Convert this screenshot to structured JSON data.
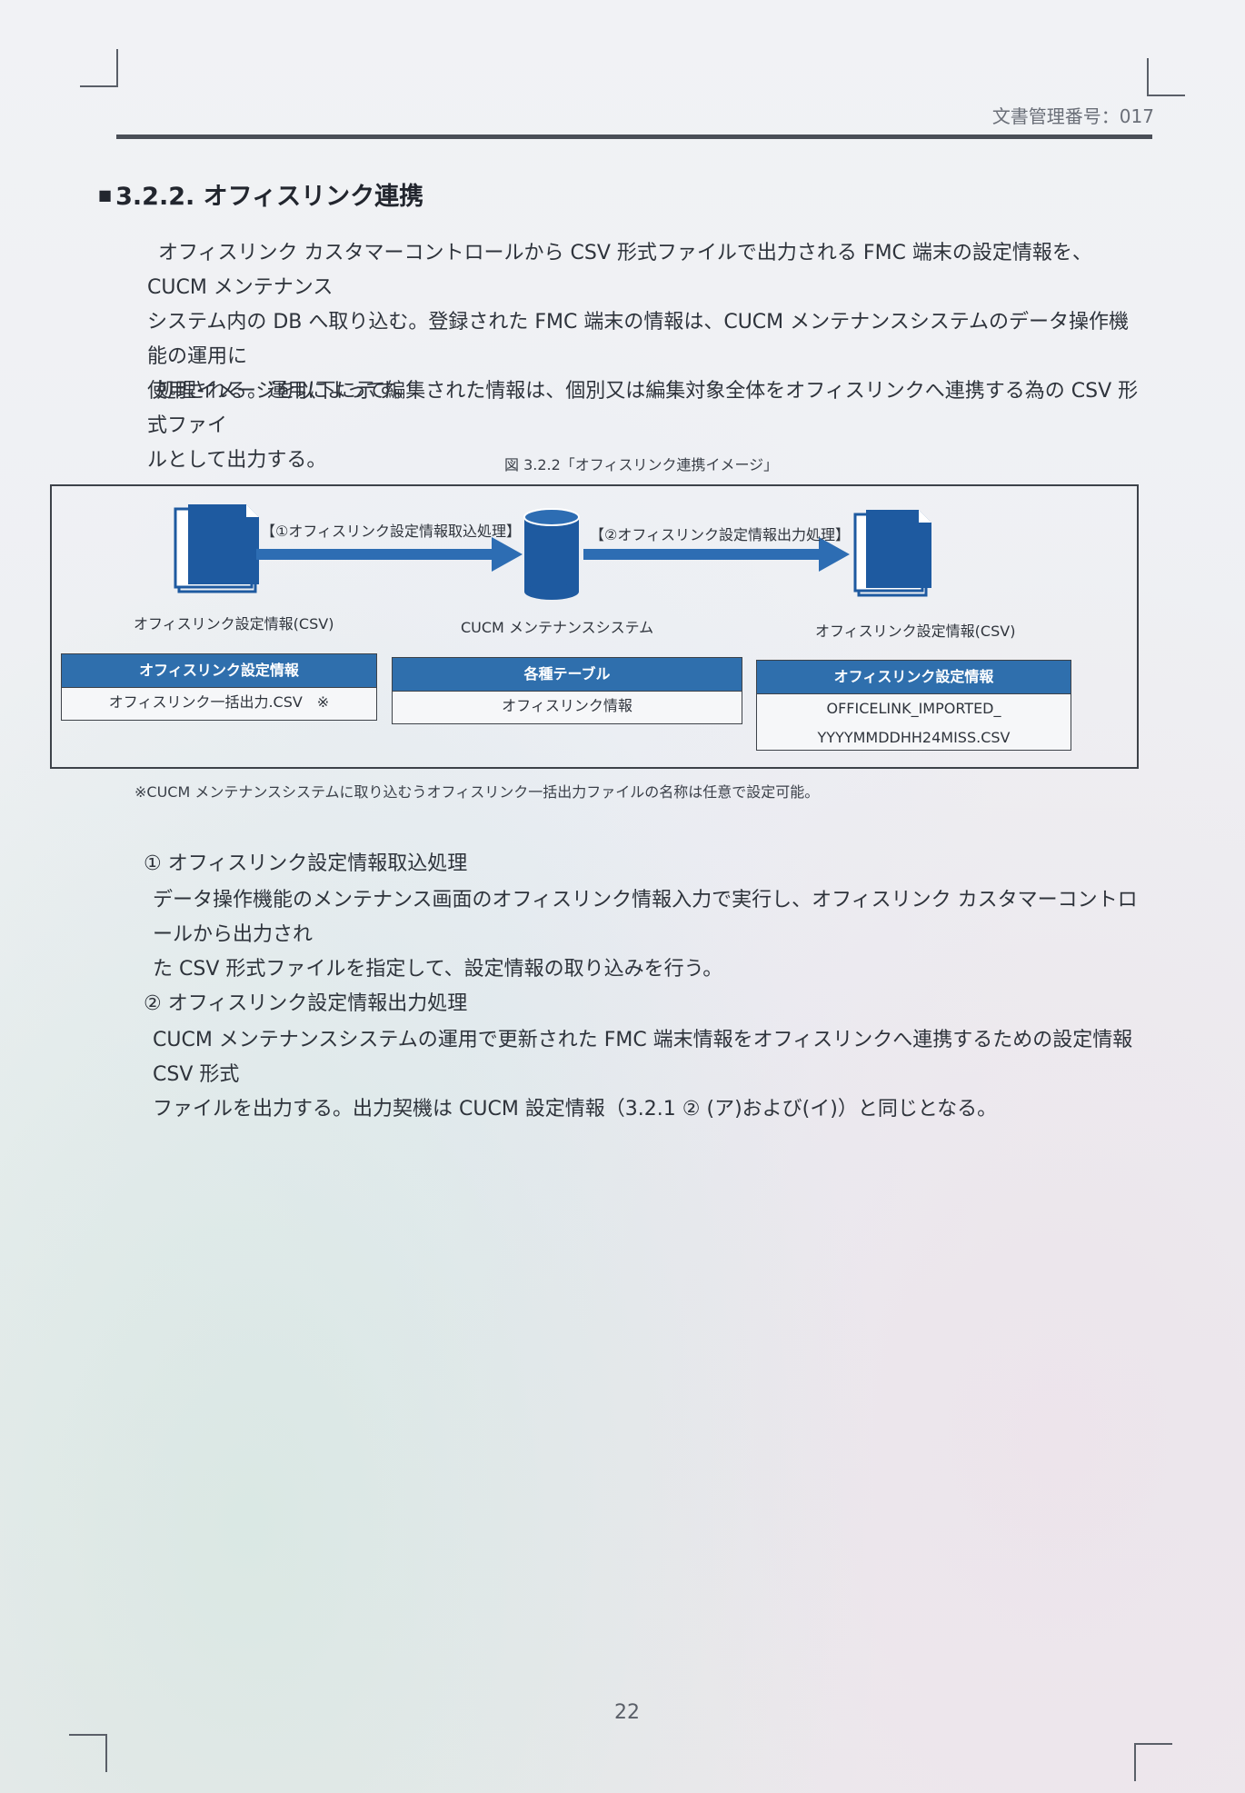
{
  "header": {
    "doc_number": "文書管理番号：017"
  },
  "section": {
    "heading": "3.2.2. オフィスリンク連携",
    "paragraph_lines": [
      "オフィスリンク カスタマーコントロールから CSV 形式ファイルで出力される FMC 端末の設定情報を、CUCM メンテナンス",
      "システム内の DB へ取り込む。登録された FMC 端末の情報は、CUCM メンテナンスシステムのデータ操作機能の運用に",
      "使用される。運用によって編集された情報は、個別又は編集対象全体をオフィスリンクへ連携する為の CSV 形式ファイ",
      "ルとして出力する。"
    ],
    "paragraph2": "処理イメージを以下に示す。"
  },
  "figure": {
    "caption": "図 3.2.2「オフィスリンク連携イメージ」",
    "arrow1_label": "【①オフィスリンク設定情報取込処理】",
    "arrow2_label": "【②オフィスリンク設定情報出力処理】",
    "left_label": "オフィスリンク設定情報(CSV)",
    "center_label": "CUCM メンテナンスシステム",
    "right_label": "オフィスリンク設定情報(CSV)",
    "table_left": {
      "header": "オフィスリンク設定情報",
      "cell": "オフィスリンク一括出力.CSV　※"
    },
    "table_center": {
      "header": "各種テーブル",
      "cell": "オフィスリンク情報"
    },
    "table_right": {
      "header": "オフィスリンク設定情報",
      "cell_line1": "OFFICELINK_IMPORTED_",
      "cell_line2": "YYYYMMDDHH24MISS.CSV"
    },
    "note": "※CUCM メンテナンスシステムに取り込むうオフィスリンク一括出力ファイルの名称は任意で設定可能。"
  },
  "items": [
    {
      "title": "① オフィスリンク設定情報取込処理",
      "lines": [
        "データ操作機能のメンテナンス画面のオフィスリンク情報入力で実行し、オフィスリンク カスタマーコントロールから出力され",
        "た CSV 形式ファイルを指定して、設定情報の取り込みを行う。"
      ]
    },
    {
      "title": "② オフィスリンク設定情報出力処理",
      "lines": [
        "CUCM メンテナンスシステムの運用で更新された FMC 端末情報をオフィスリンクへ連携するための設定情報 CSV 形式",
        "ファイルを出力する。出力契機は CUCM 設定情報（3.2.1 ② (ア)および(イ)）と同じとなる。"
      ]
    }
  ],
  "footer": {
    "page_number": "22"
  },
  "colors": {
    "accent": "#2f6fad",
    "icon": "#1e5aa0",
    "arrow": "#2d6db3"
  }
}
